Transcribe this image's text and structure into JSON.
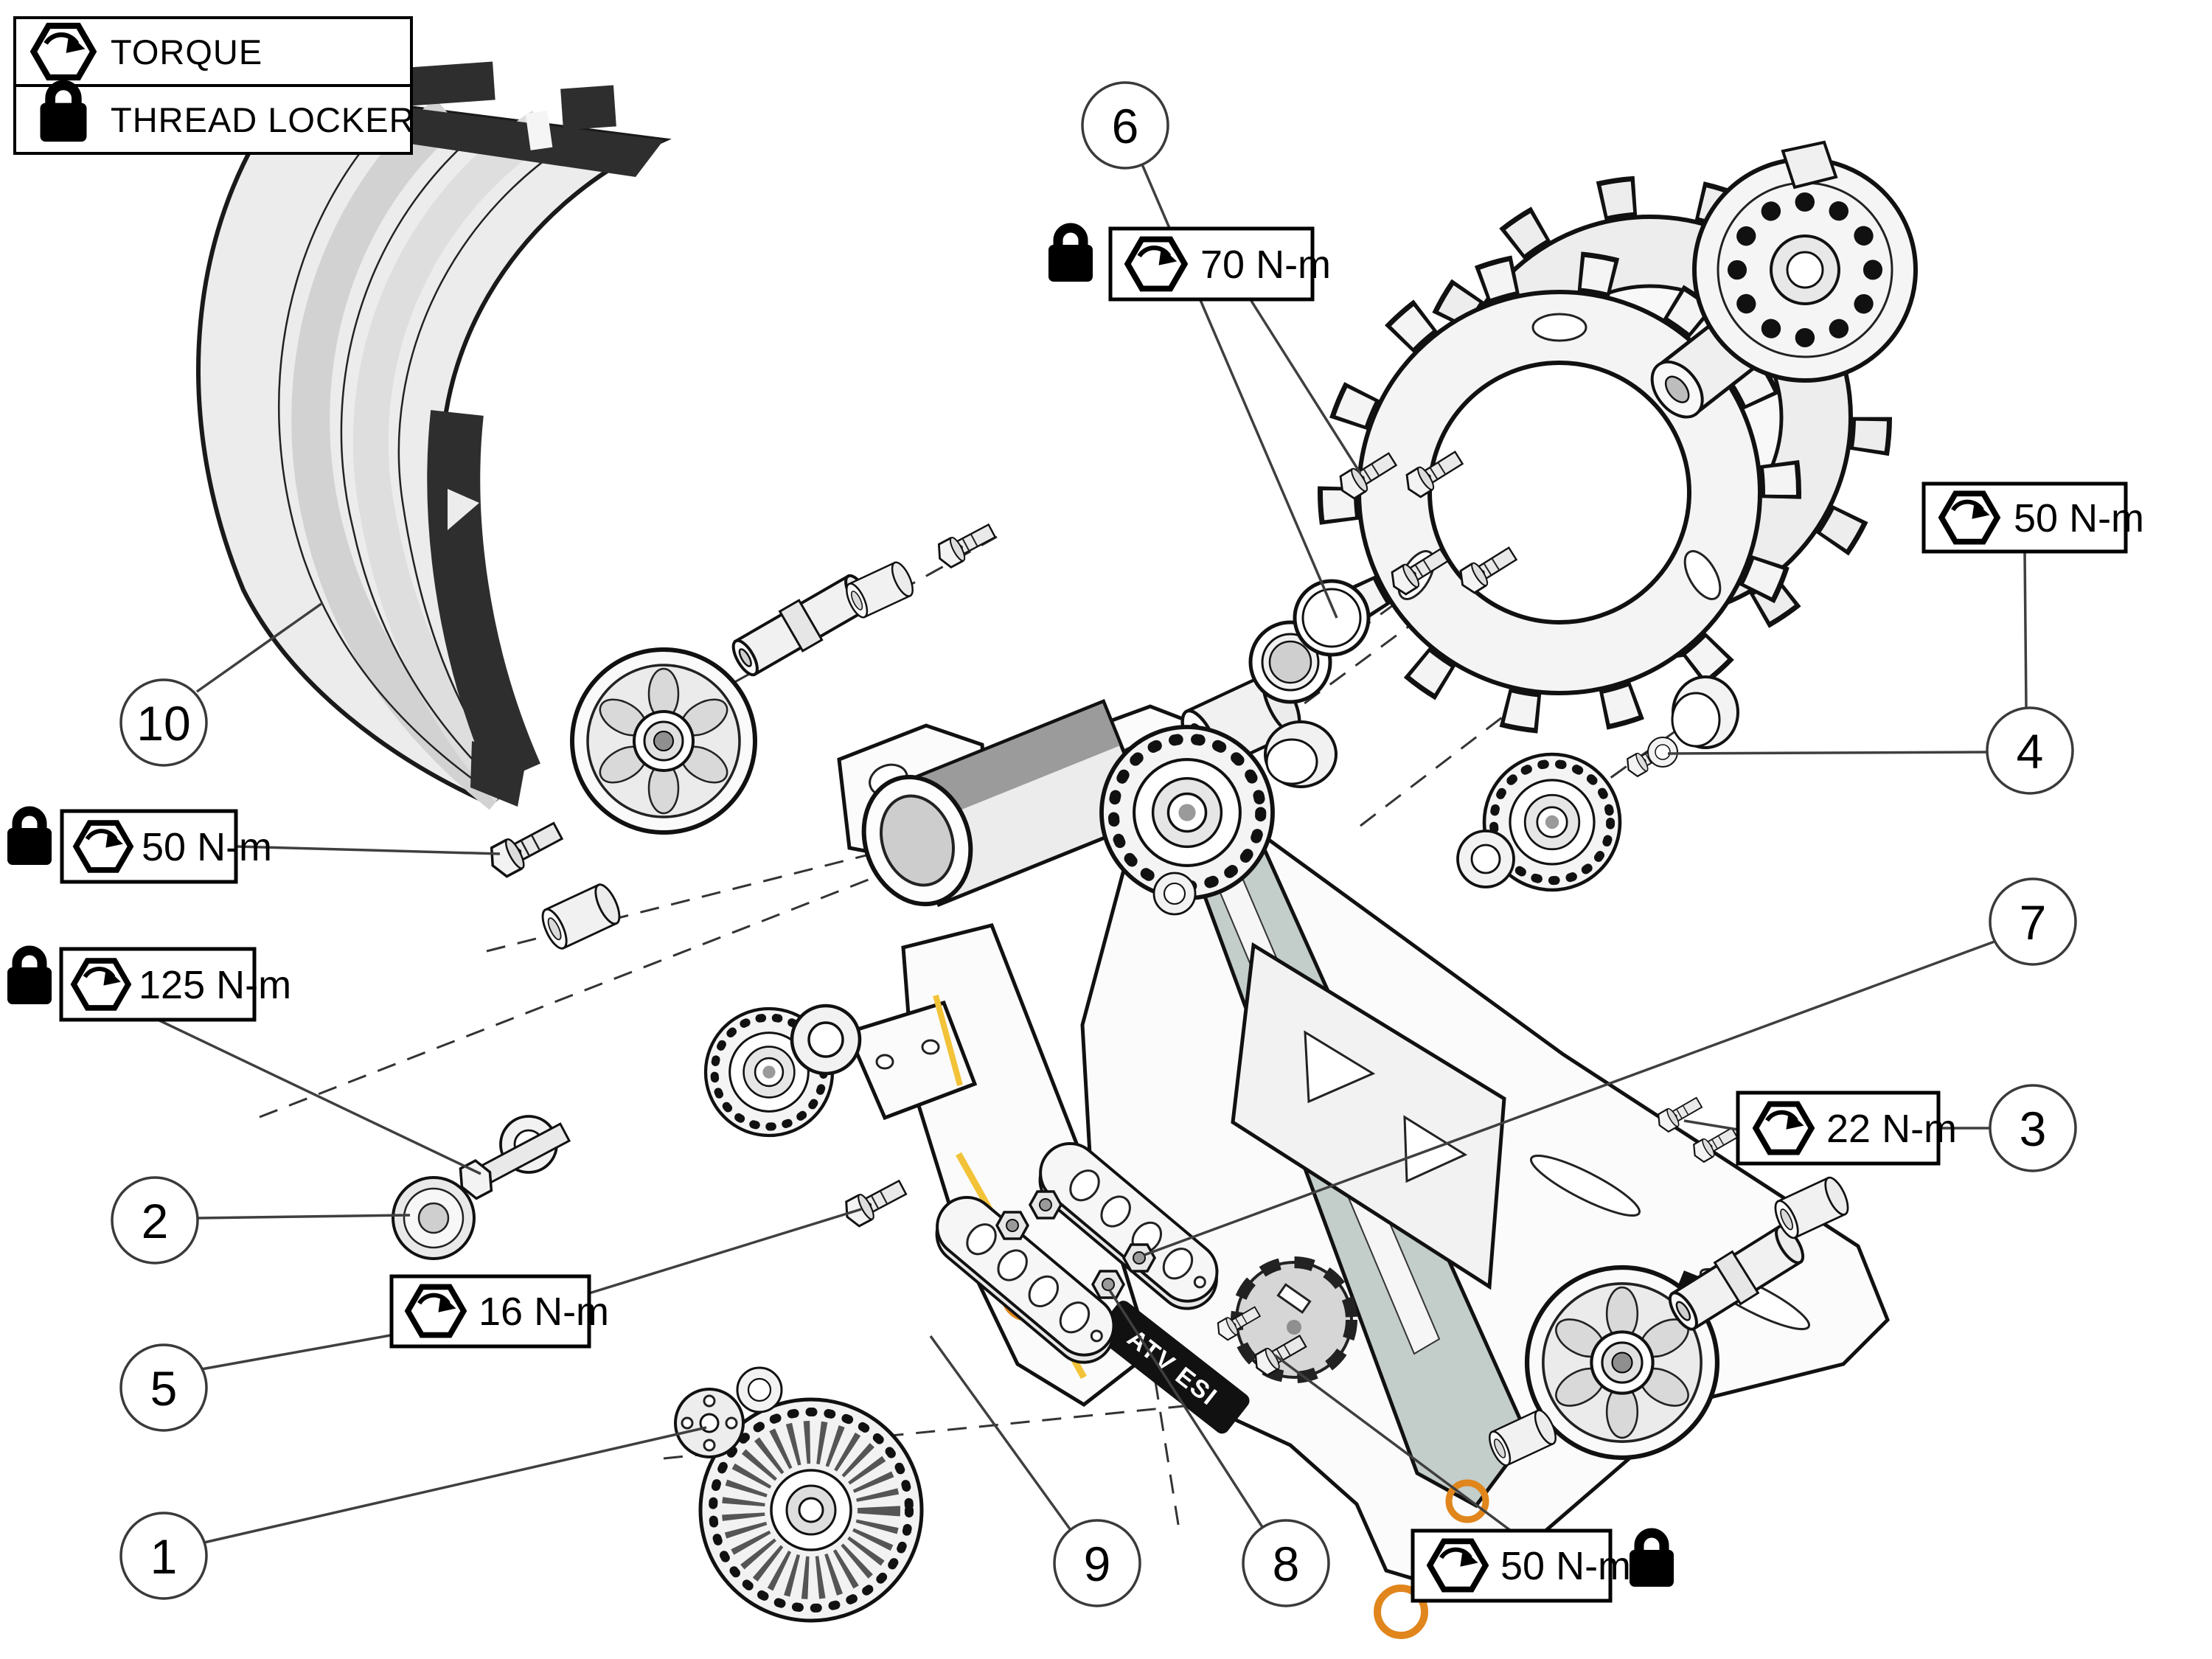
{
  "legend": {
    "rows": [
      {
        "icon": "torque-hex-icon",
        "label": "TORQUE"
      },
      {
        "icon": "thread-locker-lock-icon",
        "label": "THREAD LOCKER"
      }
    ]
  },
  "callouts": [
    {
      "number": "1"
    },
    {
      "number": "2"
    },
    {
      "number": "3"
    },
    {
      "number": "4"
    },
    {
      "number": "5"
    },
    {
      "number": "6"
    },
    {
      "number": "7"
    },
    {
      "number": "8"
    },
    {
      "number": "9"
    },
    {
      "number": "10"
    }
  ],
  "torque_labels": {
    "upper_center": {
      "value": "70 N-m",
      "thread_locker": true
    },
    "upper_right": {
      "value": "50 N-m",
      "thread_locker": false
    },
    "mid_left": {
      "value": "50 N-m",
      "thread_locker": true
    },
    "left": {
      "value": "125 N-m",
      "thread_locker": true
    },
    "lower_left": {
      "value": "16 N-m",
      "thread_locker": false
    },
    "right": {
      "value": "22 N-m",
      "thread_locker": false
    },
    "bottom": {
      "value": "50 N-m",
      "thread_locker": true
    }
  },
  "swingarm_badge": "ATV ESI",
  "colors": {
    "line": "#1a1a1a",
    "track_dark": "#2e2e2e",
    "accent_orange": "#e0861c",
    "accent_yellow": "#f2c338",
    "brace_gray": "#c3cdc9"
  }
}
